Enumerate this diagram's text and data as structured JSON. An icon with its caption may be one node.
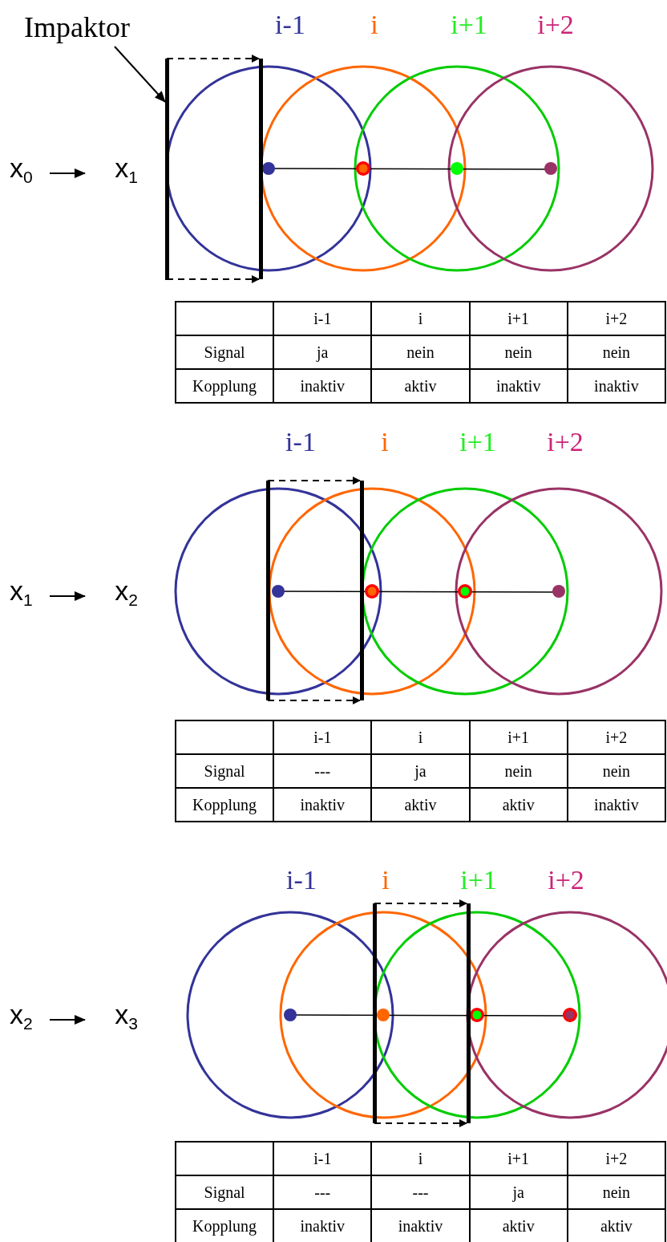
{
  "diagram": {
    "nodes": [
      {
        "text": [
          "Impaktor"
        ]
      },
      {
        "text": [],
        "shape": "bar"
      },
      {
        "text": [
          "x$_{0}$"
        ]
      },
      {
        "text": [
          "x$_{1}$"
        ]
      },
      {
        "text": [
          "x$_{1}$"
        ]
      },
      {
        "text": [
          "x$_{2}$"
        ]
      },
      {
        "text": [
          "x$_{2}$"
        ]
      },
      {
        "text": [
          "x$_{3}$"
        ]
      }
    ],
    "edges": [
      {
        "from": 0,
        "to": 1,
        "arrow": "to"
      },
      {
        "from": 2,
        "to": 3,
        "arrow": "to"
      },
      {
        "from": 4,
        "to": 5,
        "arrow": "to"
      },
      {
        "from": 6,
        "to": 7,
        "arrow": "to"
      }
    ],
    "labels": [
      "i-1",
      "i",
      "i+1",
      "i+2",
      "i-1",
      "i",
      "i+1",
      "i+2",
      "Signal",
      "ja",
      "nein",
      "nein",
      "nein",
      "Kopplung",
      "inaktiv",
      "aktiv",
      "inaktiv",
      "inaktiv",
      "i-1",
      "i",
      "i+1",
      "i+2",
      "i-1",
      "i",
      "i+1",
      "i+2",
      "Signal",
      "---",
      "ja",
      "nein",
      "nein",
      "Kopplung",
      "inaktiv",
      "aktiv",
      "aktiv",
      "inaktiv",
      "i-1",
      "i",
      "i+1",
      "i+2",
      "i-1",
      "i",
      "i+1",
      "i+2",
      "Signal",
      "---",
      "---",
      "ja",
      "nein",
      "Kopplung",
      "inaktiv",
      "inaktiv",
      "aktiv",
      "aktiv"
    ]
  }
}
